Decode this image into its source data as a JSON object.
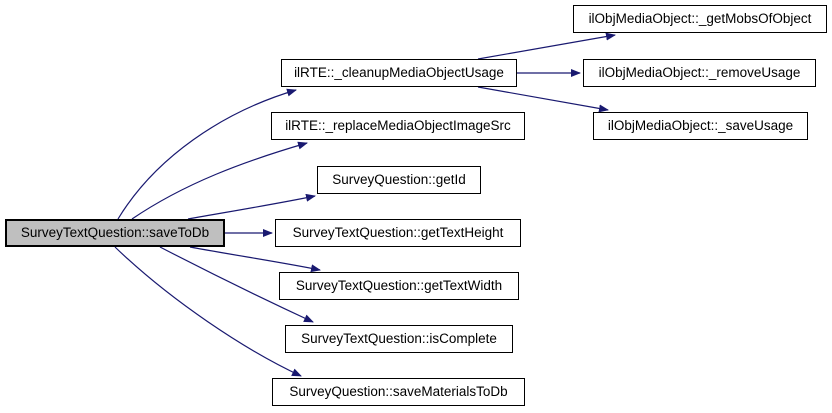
{
  "diagram": {
    "type": "call-graph",
    "root": "SurveyTextQuestion::saveToDb",
    "nodes": [
      {
        "id": "saveToDb",
        "label": "SurveyTextQuestion::saveToDb",
        "highlighted": true
      },
      {
        "id": "cleanupMediaObjectUsage",
        "label": "ilRTE::_cleanupMediaObjectUsage",
        "highlighted": false
      },
      {
        "id": "replaceMediaObjectImageSrc",
        "label": "ilRTE::_replaceMediaObjectImageSrc",
        "highlighted": false
      },
      {
        "id": "getId",
        "label": "SurveyQuestion::getId",
        "highlighted": false
      },
      {
        "id": "getTextHeight",
        "label": "SurveyTextQuestion::getTextHeight",
        "highlighted": false
      },
      {
        "id": "getTextWidth",
        "label": "SurveyTextQuestion::getTextWidth",
        "highlighted": false
      },
      {
        "id": "isComplete",
        "label": "SurveyTextQuestion::isComplete",
        "highlighted": false
      },
      {
        "id": "saveMaterialsToDb",
        "label": "SurveyQuestion::saveMaterialsToDb",
        "highlighted": false
      },
      {
        "id": "getMobsOfObject",
        "label": "ilObjMediaObject::_getMobsOfObject",
        "highlighted": false
      },
      {
        "id": "removeUsage",
        "label": "ilObjMediaObject::_removeUsage",
        "highlighted": false
      },
      {
        "id": "saveUsage",
        "label": "ilObjMediaObject::_saveUsage",
        "highlighted": false
      }
    ],
    "edges": [
      {
        "from": "saveToDb",
        "to": "cleanupMediaObjectUsage"
      },
      {
        "from": "saveToDb",
        "to": "replaceMediaObjectImageSrc"
      },
      {
        "from": "saveToDb",
        "to": "getId"
      },
      {
        "from": "saveToDb",
        "to": "getTextHeight"
      },
      {
        "from": "saveToDb",
        "to": "getTextWidth"
      },
      {
        "from": "saveToDb",
        "to": "isComplete"
      },
      {
        "from": "saveToDb",
        "to": "saveMaterialsToDb"
      },
      {
        "from": "cleanupMediaObjectUsage",
        "to": "getMobsOfObject"
      },
      {
        "from": "cleanupMediaObjectUsage",
        "to": "removeUsage"
      },
      {
        "from": "cleanupMediaObjectUsage",
        "to": "saveUsage"
      }
    ],
    "colors": {
      "edge": "#191970",
      "node_border": "#000000",
      "node_fill": "#ffffff",
      "highlight_fill": "#bfbfbf",
      "text": "#000000"
    }
  }
}
